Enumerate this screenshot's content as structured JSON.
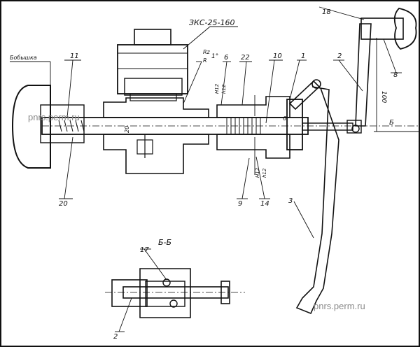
{
  "watermarks": [
    "pnrs.perm.ru",
    "pnrs.perm.ru"
  ],
  "title_tool": "ЗКС-25-160",
  "label_chuck_left": "Бобышка",
  "label_section": "Б-Б",
  "label_section_marker": "Б",
  "label_angle": "Rz 1°",
  "label_angle_frac_num": "Rz",
  "label_angle_frac_den": "R",
  "dim_100": "100",
  "dim_20": "20",
  "dim_fits_a": "H12",
  "dim_fits_b": "h12",
  "dim_fits_c": "H12",
  "dim_fits_d": "h12",
  "dim_6": "6",
  "part_numbers": {
    "p1": "1",
    "p2": "2",
    "p3": "3",
    "p6": "6",
    "p8": "8",
    "p9": "9",
    "p10": "10",
    "p11": "11",
    "p14": "14",
    "p17": "17",
    "p18": "18",
    "p20": "20",
    "p22": "22",
    "p2b": "2"
  },
  "colors": {
    "ink": "#111111",
    "paper": "#ffffff",
    "watermark": "#8a8a8a"
  }
}
